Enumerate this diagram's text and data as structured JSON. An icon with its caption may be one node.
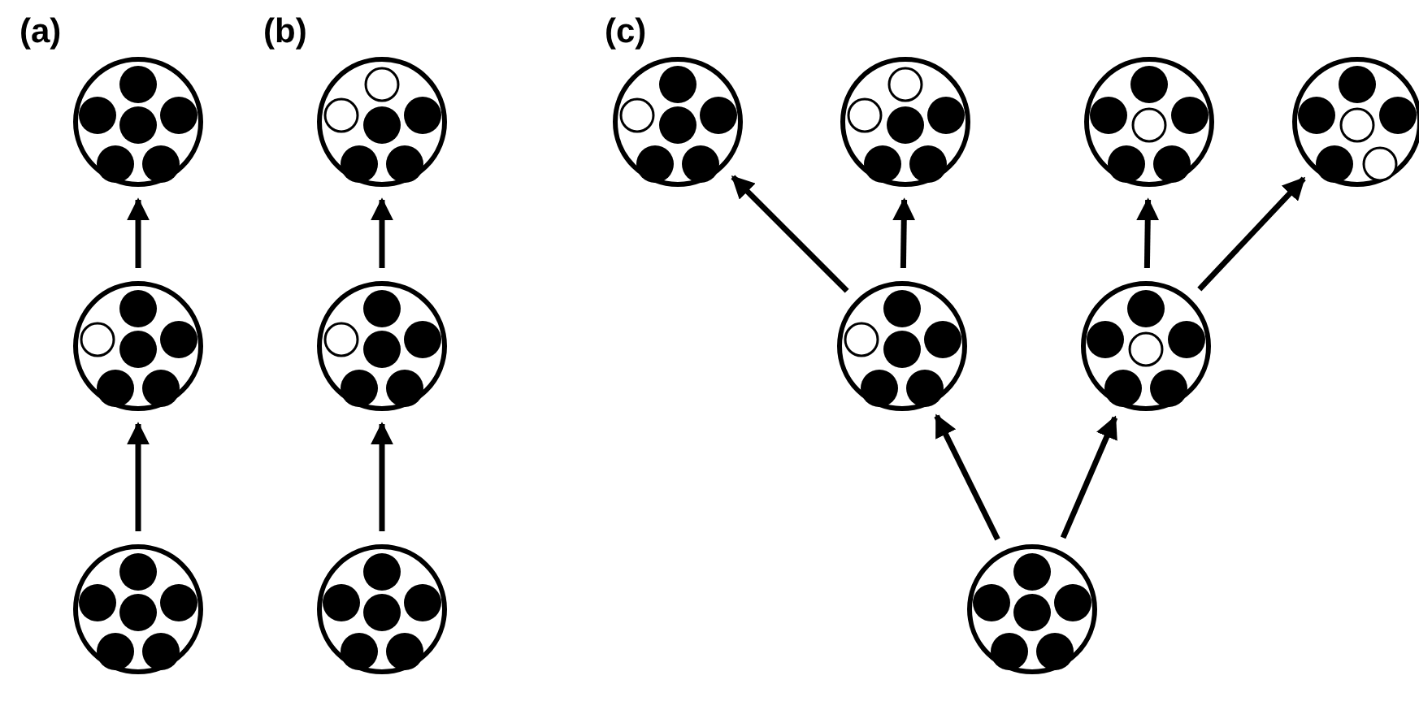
{
  "diagram": {
    "nodes": [
      {
        "text": [],
        "shape": "circle"
      },
      {
        "text": [],
        "shape": "circle"
      },
      {
        "text": [],
        "shape": "circle"
      },
      {
        "text": [],
        "shape": "circle"
      },
      {
        "text": [],
        "shape": "circle"
      },
      {
        "text": [],
        "shape": "circle"
      },
      {
        "text": [],
        "shape": "circle"
      },
      {
        "text": [],
        "shape": "circle"
      },
      {
        "text": [],
        "shape": "circle"
      },
      {
        "text": [],
        "shape": "circle"
      },
      {
        "text": [],
        "shape": "circle"
      },
      {
        "text": [],
        "shape": "circle"
      },
      {
        "text": [],
        "shape": "circle"
      }
    ],
    "edges": [
      {
        "from": 2,
        "to": 1,
        "arrow": "to"
      },
      {
        "from": 1,
        "to": 0,
        "arrow": "to"
      },
      {
        "from": 5,
        "to": 4,
        "arrow": "to"
      },
      {
        "from": 4,
        "to": 3,
        "arrow": "to"
      },
      {
        "from": 12,
        "to": 10,
        "arrow": "to"
      },
      {
        "from": 12,
        "to": 11,
        "arrow": "to"
      },
      {
        "from": 10,
        "to": 6,
        "arrow": "to"
      },
      {
        "from": 10,
        "to": 7,
        "arrow": "to"
      },
      {
        "from": 11,
        "to": 8,
        "arrow": "to"
      },
      {
        "from": 11,
        "to": 9,
        "arrow": "to"
      }
    ],
    "labels": [
      "(a)",
      "(b)",
      "(c)"
    ]
  }
}
